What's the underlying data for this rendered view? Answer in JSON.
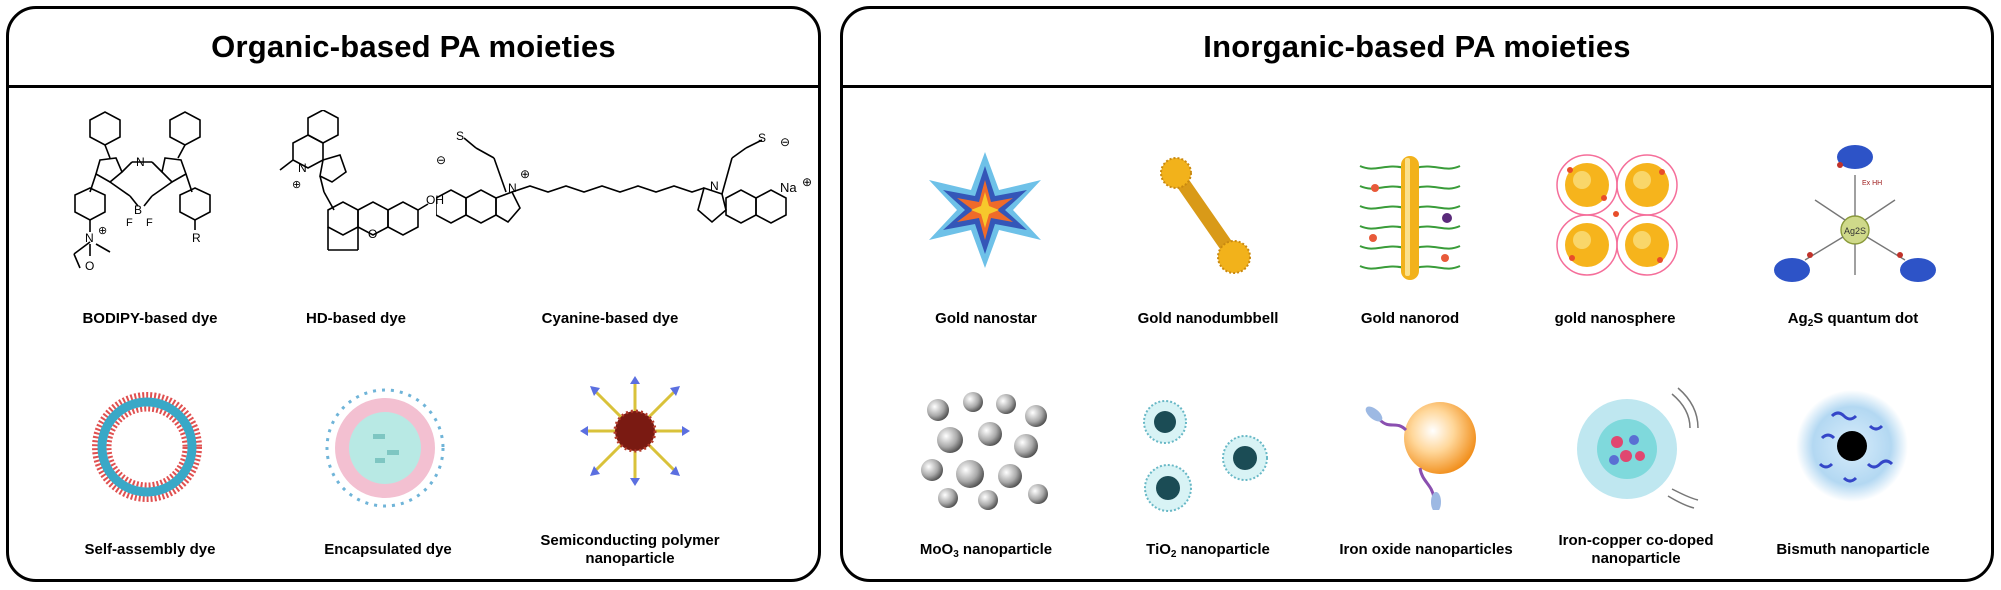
{
  "left_panel": {
    "title": "Organic-based PA moieties",
    "items": [
      {
        "label": "BODIPY-based dye"
      },
      {
        "label": "HD-based dye"
      },
      {
        "label": "Cyanine-based dye"
      },
      {
        "label": "Self-assembly dye"
      },
      {
        "label": "Encapsulated dye"
      },
      {
        "label_line1": "Semiconducting polymer",
        "label_line2": "nanoparticle"
      }
    ],
    "chem_text": {
      "N": "N",
      "B": "B",
      "F": "F",
      "O": "O",
      "R": "R",
      "OH": "OH",
      "S": "S",
      "Na": "Na",
      "plus": "⊕",
      "minus": "⊖"
    }
  },
  "right_panel": {
    "title": "Inorganic-based PA moieties",
    "items": [
      {
        "label": "Gold nanostar"
      },
      {
        "label": "Gold nanodumbbell"
      },
      {
        "label": "Gold nanorod"
      },
      {
        "label": "gold nanosphere"
      },
      {
        "label_pre": "Ag",
        "label_sub": "2",
        "label_post": "S quantum dot"
      },
      {
        "label_pre": "MoO",
        "label_sub": "3",
        "label_post": " nanoparticle"
      },
      {
        "label_pre": "TiO",
        "label_sub": "2",
        "label_post": " nanoparticle"
      },
      {
        "label": "Iron oxide nanoparticles"
      },
      {
        "label_line1": "Iron-copper co-doped",
        "label_line2": "nanoparticle"
      },
      {
        "label": "Bismuth nanoparticle"
      }
    ],
    "qd_core_text": "Ag2S",
    "qd_link_text": "Ex HH"
  },
  "colors": {
    "border": "#000000",
    "gold": "#f2b21b",
    "blue": "#3f5fd6",
    "pink": "#f07fa7",
    "orange": "#f5961e",
    "cyan": "#7fd9dc"
  }
}
